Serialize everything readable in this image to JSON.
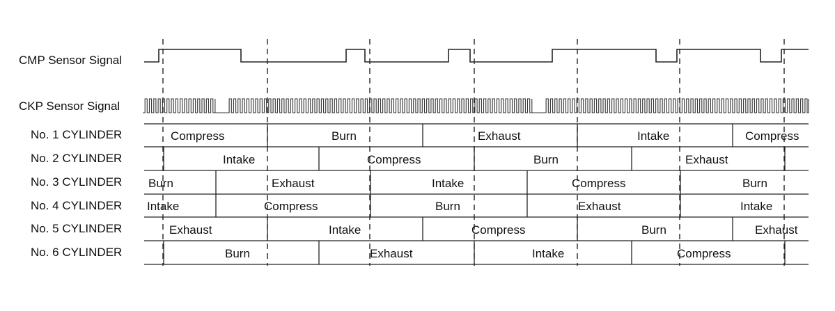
{
  "labels": {
    "cmp": "CMP Sensor Signal",
    "ckp": "CKP Sensor Signal",
    "cyl1": "No. 1 CYLINDER",
    "cyl2": "No. 2 CYLINDER",
    "cyl3": "No. 3 CYLINDER",
    "cyl4": "No. 4 CYLINDER",
    "cyl5": "No. 5 CYLINDER",
    "cyl6": "No. 6 CYLINDER"
  },
  "cylinders": [
    {
      "phases": [
        "Compress",
        "Burn",
        "Exhaust",
        "Intake",
        "Compress"
      ]
    },
    {
      "phases": [
        "Intake",
        "Compress",
        "Burn",
        "Exhaust"
      ]
    },
    {
      "phases": [
        "Burn",
        "Exhaust",
        "Intake",
        "Compress",
        "Burn"
      ]
    },
    {
      "phases": [
        "Intake",
        "Compress",
        "Burn",
        "Exhaust",
        "Intake"
      ]
    },
    {
      "phases": [
        "Exhaust",
        "Intake",
        "Compress",
        "Burn",
        "Exhaust"
      ]
    },
    {
      "phases": [
        "Burn",
        "Exhaust",
        "Intake",
        "Compress"
      ]
    }
  ],
  "colors": {
    "line": "#222222",
    "text": "#111111"
  }
}
